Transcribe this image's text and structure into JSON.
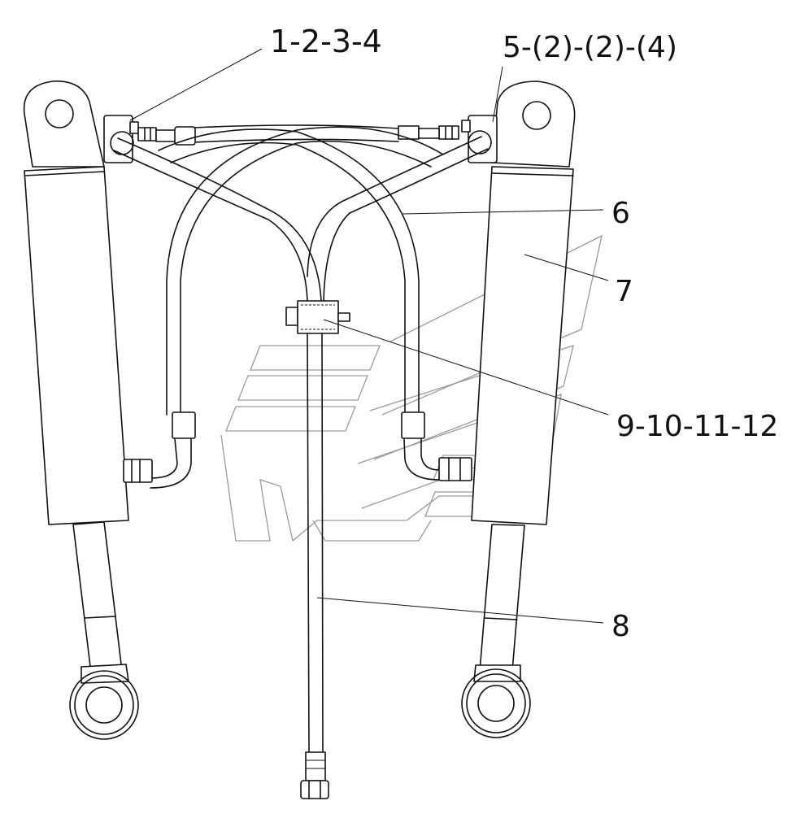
{
  "callouts": [
    {
      "id": "c1",
      "text": "1-2-3-4"
    },
    {
      "id": "c5",
      "text": "5-(2)-(2)-(4)"
    },
    {
      "id": "c6",
      "text": "6"
    },
    {
      "id": "c7",
      "text": "7"
    },
    {
      "id": "c9",
      "text": "9-10-11-12"
    },
    {
      "id": "c8",
      "text": "8"
    }
  ],
  "colors": {
    "line": "#111111",
    "watermark": "#9a9a9a",
    "background": "#ffffff"
  }
}
